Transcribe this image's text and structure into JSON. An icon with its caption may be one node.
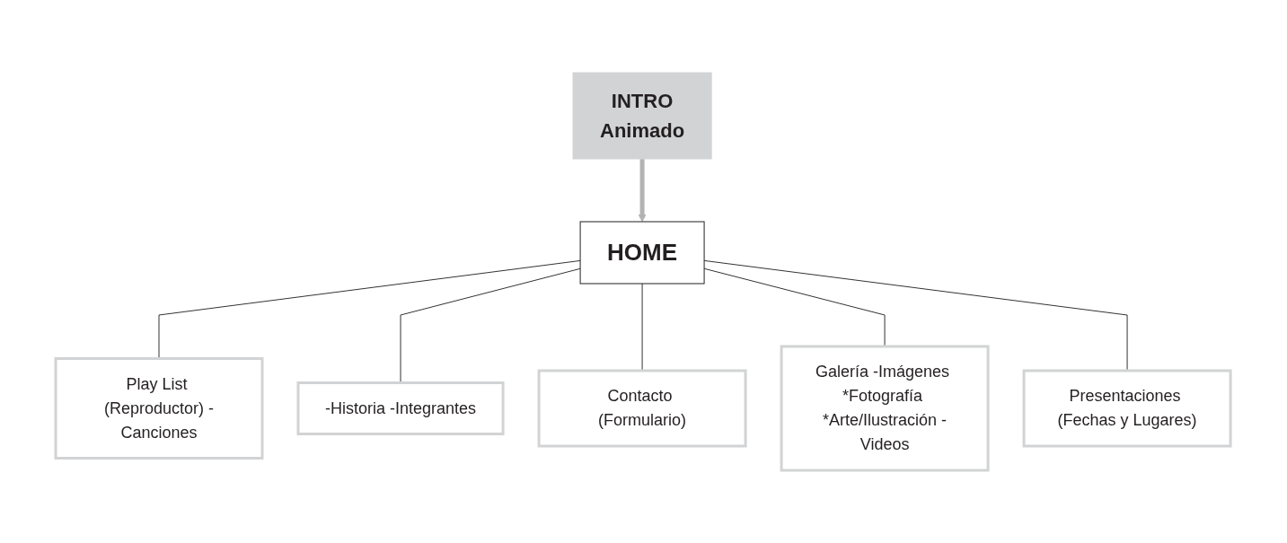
{
  "diagram": {
    "nodes": [
      {
        "text": [
          "INTRO",
          "Animado"
        ]
      },
      {
        "text": [
          "HOME"
        ]
      },
      {
        "text": [
          "Play List (Reproductor) -Canciones"
        ]
      },
      {
        "text": [
          "-Historia -Integrantes"
        ]
      },
      {
        "text": [
          "Contacto (Formulario)"
        ]
      },
      {
        "text": [
          "Galería -Imágenes *Fotografía *Arte/Ilustración -Videos"
        ]
      },
      {
        "text": [
          "Presentaciones (Fechas y Lugares)"
        ]
      }
    ],
    "edges": [
      {
        "from": 0,
        "to": 1,
        "arrow": "to",
        "color": "#b3b3b3",
        "style": "thick"
      },
      {
        "from": 1,
        "to": 2,
        "arrow": "none"
      },
      {
        "from": 1,
        "to": 3,
        "arrow": "none"
      },
      {
        "from": 1,
        "to": 4,
        "arrow": "none"
      },
      {
        "from": 1,
        "to": 5,
        "arrow": "none"
      },
      {
        "from": 1,
        "to": 6,
        "arrow": "none"
      }
    ]
  }
}
